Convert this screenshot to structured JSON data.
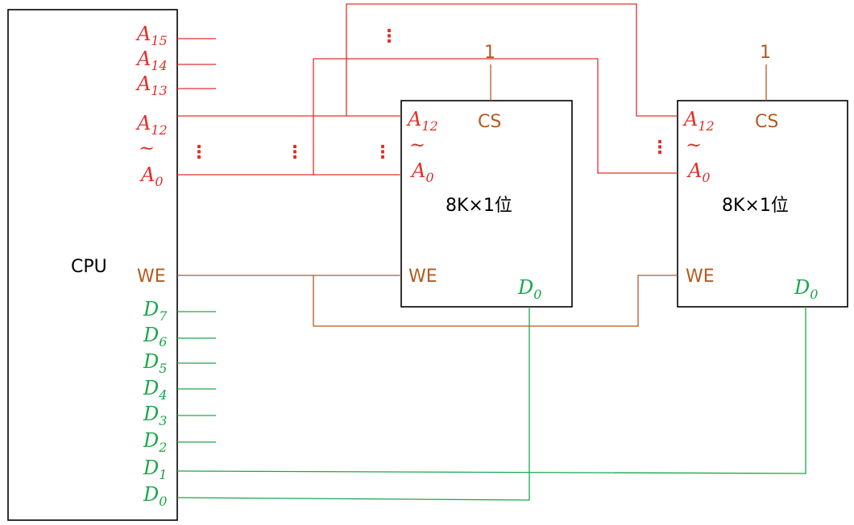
{
  "cpu": {
    "label": "CPU",
    "addr_pins": [
      {
        "base": "A",
        "sub": "15"
      },
      {
        "base": "A",
        "sub": "14"
      },
      {
        "base": "A",
        "sub": "13"
      },
      {
        "base": "A",
        "sub": "12"
      },
      {
        "base": "A",
        "sub": "0"
      }
    ],
    "range_sign": "~",
    "we_label": "WE",
    "data_pins": [
      {
        "base": "D",
        "sub": "7"
      },
      {
        "base": "D",
        "sub": "6"
      },
      {
        "base": "D",
        "sub": "5"
      },
      {
        "base": "D",
        "sub": "4"
      },
      {
        "base": "D",
        "sub": "3"
      },
      {
        "base": "D",
        "sub": "2"
      },
      {
        "base": "D",
        "sub": "1"
      },
      {
        "base": "D",
        "sub": "0"
      }
    ]
  },
  "chips": [
    {
      "label": "8K×1位",
      "cs_label": "CS",
      "cs_value": "1",
      "addr_hi": {
        "base": "A",
        "sub": "12"
      },
      "addr_lo": {
        "base": "A",
        "sub": "0"
      },
      "range_sign": "~",
      "we_label": "WE",
      "data_pin": {
        "base": "D",
        "sub": "0"
      }
    },
    {
      "label": "8K×1位",
      "cs_label": "CS",
      "cs_value": "1",
      "addr_hi": {
        "base": "A",
        "sub": "12"
      },
      "addr_lo": {
        "base": "A",
        "sub": "0"
      },
      "range_sign": "~",
      "we_label": "WE",
      "data_pin": {
        "base": "D",
        "sub": "0"
      }
    }
  ],
  "ellipsis": "⋮",
  "colors": {
    "address": "#e0302b",
    "control": "#b35a1f",
    "data": "#1aa64a",
    "outline": "#000000"
  }
}
